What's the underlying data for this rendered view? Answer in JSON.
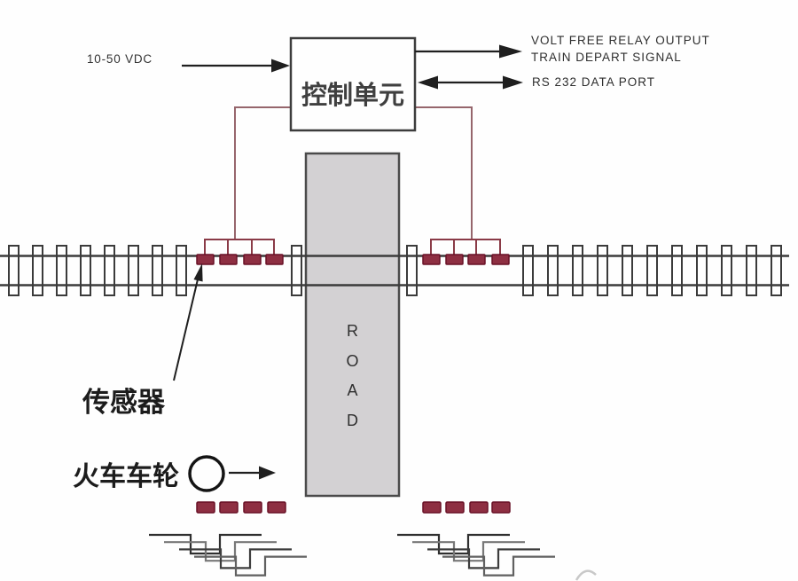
{
  "diagram": {
    "power_label": "10-50 VDC",
    "control_unit_label": "控制单元",
    "relay_output_label": "VOLT FREE RELAY OUTPUT\nTRAIN DEPART SIGNAL",
    "rs232_label": "RS 232 DATA PORT",
    "road_label": "R\nO\nA\nD",
    "sensor_label": "传感器",
    "train_wheel_label": "火车车轮",
    "icons": {
      "power_arrow": "arrow-right",
      "relay_output_arrow": "arrow-right",
      "rs232_arrow": "arrow-left-right",
      "sensor_pointer": "arrow-up-right",
      "train_wheel": "circle-outline",
      "train_direction_arrow": "arrow-right"
    },
    "colors": {
      "sensor_fill": "#8e2f42",
      "sensor_border": "#681126",
      "wire": "#96666c",
      "bracket_wire": "#8a3b47",
      "road_fill": "#d3d1d3",
      "road_border": "#4a4a4a",
      "rail": "#3b3b3b",
      "arrow": "#1f1f1f",
      "waveform": [
        "#2f2f2f",
        "#787878",
        "#3d3d3d",
        "#606060"
      ]
    }
  }
}
